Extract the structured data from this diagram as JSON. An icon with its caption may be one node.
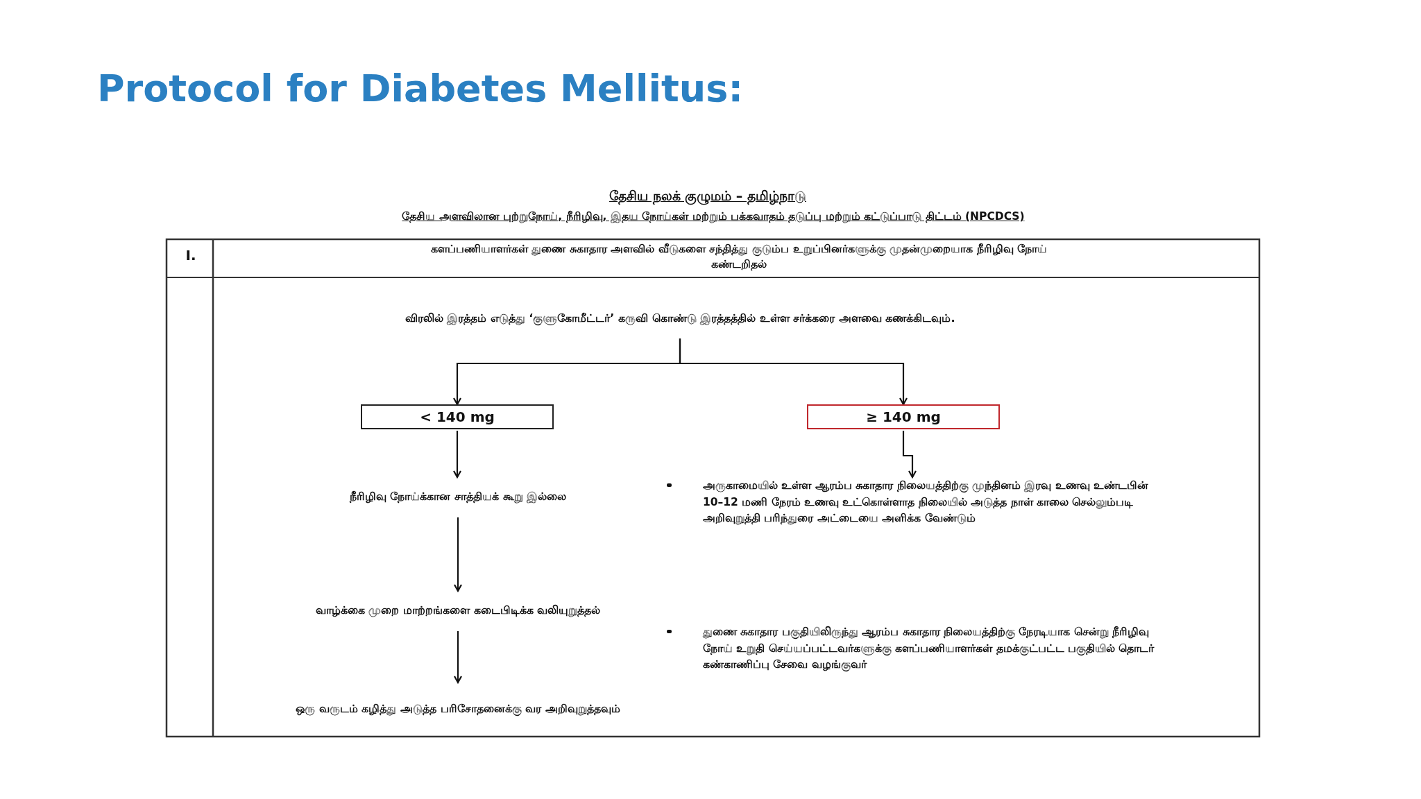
{
  "diagram": {
    "title": "Protocol for Diabetes Mellitus:",
    "nodes": [
      {
        "text": [
          "விரலில் இரத்தம் எடுத்து ‘குளுகோமீட்டர்’ கருவி கொண்டு இரத்தத்தில் உள்ள சர்க்கரை அளவை கணக்கிடவும்."
        ]
      },
      {
        "text": [
          "< 140 mg"
        ]
      },
      {
        "text": [
          "≥ 140 mg"
        ]
      },
      {
        "text": [
          "நீரிழிவு நோய்க்கான சாத்தியக் கூறு இல்லை"
        ]
      },
      {
        "text": [
          "வாழ்க்கை முறை மாற்றங்களை கடைபிடிக்க வலியுறுத்தல்"
        ]
      },
      {
        "text": [
          "ஒரு வருடம் கழித்து அடுத்த பரிசோதனைக்கு வர அறிவுறுத்தவும்"
        ]
      },
      {
        "text": [
          "அருகாமையில் உள்ள ஆரம்ப சுகாதார நிலையத்திற்கு முந்தினம் இரவு உணவு உண்டபின் 10–12 மணி நேரம் உணவு உட்கொள்ளாத நிலையில் அடுத்த நாள் காலை செல்லும்படி அறிவுறுத்தி பரிந்துரை அட்டையை அளிக்க வேண்டும்",
          "துணை சுகாதார பகுதியிலிருந்து ஆரம்ப சுகாதார நிலையத்திற்கு நேரடியாக சென்று நீரிழிவு நோய் உறுதி செய்யப்பட்டவர்களுக்கு களப்பணியாளர்கள் தமக்குட்பட்ட பகுதியில் தொடர் கண்காணிப்பு சேவை வழங்குவர்"
        ]
      }
    ],
    "edges": [
      {
        "from": 0,
        "to": 1,
        "arrow": "to"
      },
      {
        "from": 0,
        "to": 2,
        "arrow": "to"
      },
      {
        "from": 1,
        "to": 3,
        "arrow": "to"
      },
      {
        "from": 2,
        "to": 6,
        "arrow": "to"
      },
      {
        "from": 3,
        "to": 4,
        "arrow": "to"
      },
      {
        "from": 4,
        "to": 5,
        "arrow": "to"
      }
    ],
    "labels": [
      "தேசிய நலக் குழுமம் – தமிழ்நாடு",
      "தேசிய அளவிலான புற்றுநோய், நீரிழிவு, இதய நோய்கள் மற்றும் பக்கவாதம் தடுப்பு மற்றும் கட்டுப்பாடு திட்டம் (NPCDCS)",
      "I.",
      "களப்பணியாளர்கள் துணை சுகாதார அளவில் வீடுகளை சந்தித்து குடும்ப உறுப்பினர்களுக்கு முதன்முறையாக நீரிழிவு நோய் கண்டறிதல்"
    ]
  }
}
